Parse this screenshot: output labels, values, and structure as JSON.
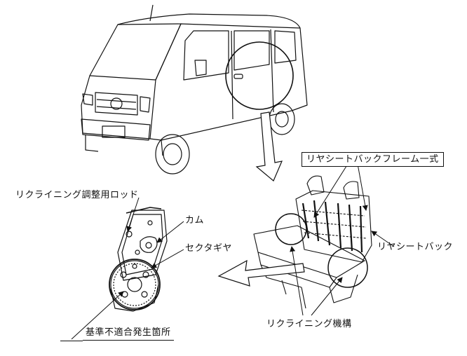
{
  "labels": {
    "frame_assembly": "リヤシートバックフレーム一式",
    "recliner_rod": "リクライニング調整用ロッド",
    "cam": "カム",
    "sector_gear": "セクタギヤ",
    "seat_back": "リヤシートバック",
    "recliner_mechanism": "リクライニング機構",
    "defect_location": "基準不適合発生箇所"
  }
}
